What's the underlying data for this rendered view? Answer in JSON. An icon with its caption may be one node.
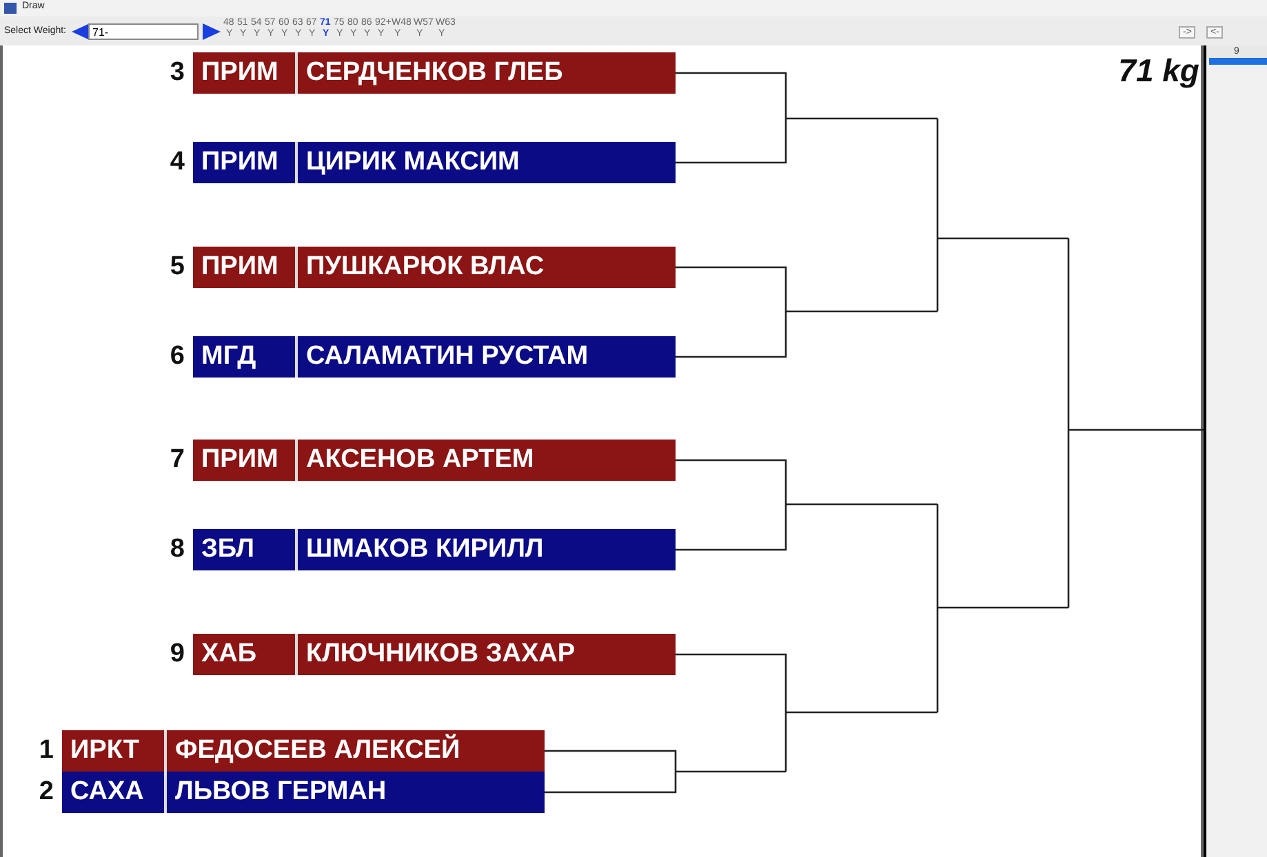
{
  "diagram": {
    "nodes": [
      {
        "text": [
          "ПРИМ",
          "СЕРДЧЕНКОВ ГЛЕБ"
        ],
        "beside": [
          "3"
        ]
      },
      {
        "text": [
          "ПРИМ",
          "ЦИРИК МАКСИМ"
        ],
        "beside": [
          "4"
        ]
      },
      {
        "text": [
          "ПРИМ",
          "ПУШКАРЮК ВЛАС"
        ],
        "beside": [
          "5"
        ]
      },
      {
        "text": [
          "МГД",
          "САЛАМАТИН РУСТАМ"
        ],
        "beside": [
          "6"
        ]
      },
      {
        "text": [
          "ПРИМ",
          "АКСЕНОВ АРТЕМ"
        ],
        "beside": [
          "7"
        ]
      },
      {
        "text": [
          "ЗБЛ",
          "ШМАКОВ КИРИЛЛ"
        ],
        "beside": [
          "8"
        ]
      },
      {
        "text": [
          "ХАБ",
          "КЛЮЧНИКОВ ЗАХАР"
        ],
        "beside": [
          "9"
        ]
      },
      {
        "text": [
          "ИРКТ",
          "ФЕДОСЕЕВ АЛЕКСЕЙ"
        ],
        "beside": [
          "1"
        ]
      },
      {
        "text": [
          "САХА",
          "ЛЬВОВ ГЕРМАН"
        ],
        "beside": [
          "2"
        ]
      }
    ],
    "labels": [
      "Draw",
      "Select Weight:",
      "71-",
      "48",
      "51",
      "54",
      "57",
      "60",
      "63",
      "67",
      "71",
      "75",
      "80",
      "86",
      "92+",
      "W48",
      "W57",
      "W63",
      "Y",
      "Y",
      "Y",
      "Y",
      "Y",
      "Y",
      "Y",
      "Y",
      "Y",
      "Y",
      "Y",
      "Y",
      "Y",
      "Y",
      "Y",
      "->",
      "<-",
      "71 kg",
      "9"
    ]
  }
}
